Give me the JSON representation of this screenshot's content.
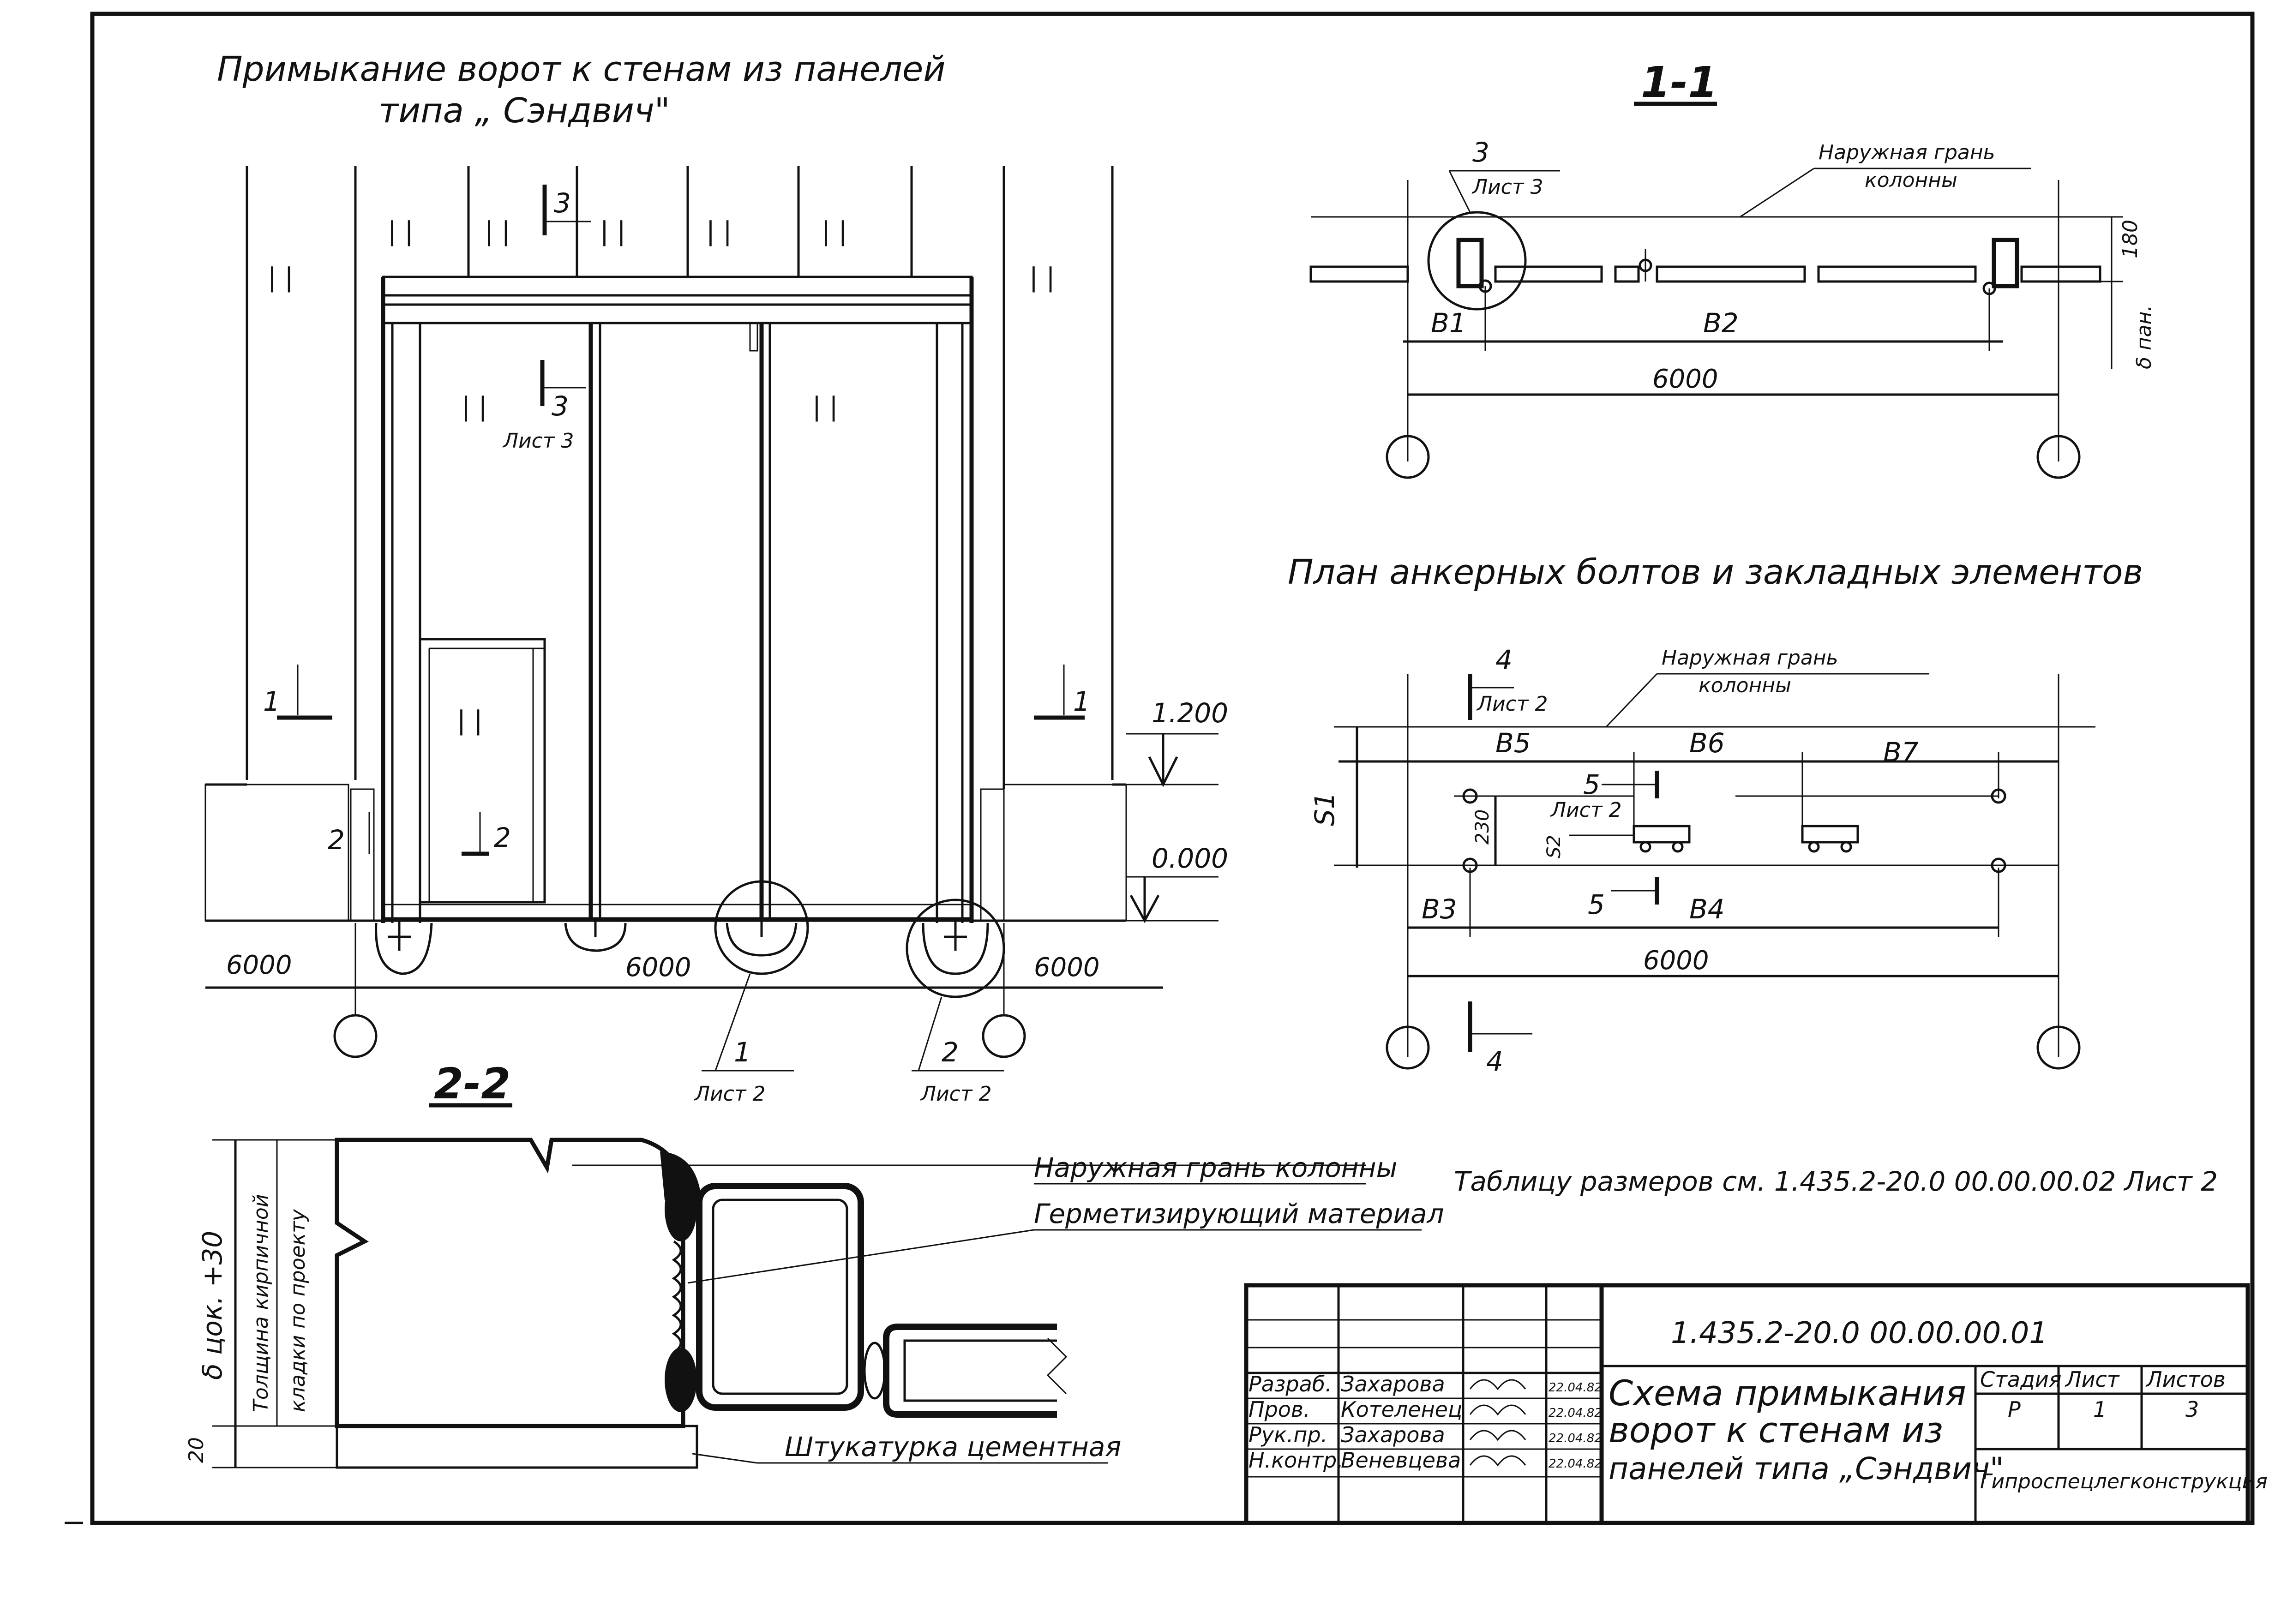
{
  "sheet_code": "1.435.2-20.0 00.00.00.01",
  "organization": "Гипроспецлегконструкция",
  "elevation": {
    "title_line1": "Примыкание ворот к стенам из панелей",
    "title_line2": "типа „ Сэндвич\"",
    "level_top": "1.200",
    "level_zero": "0.000",
    "span_left": "6000",
    "span_mid": "6000",
    "span_right": "6000",
    "panel_mark": "| |",
    "cut_1_left": "1",
    "cut_1_right": "1",
    "cut_2_left": "2",
    "cut_2_mid": "2",
    "cut_3_top": "3",
    "cut_3_mid": "3",
    "cut_3_sheet": "Лист 3",
    "callout_1": "1",
    "callout_1_sheet": "Лист 2",
    "callout_2": "2",
    "callout_2_sheet": "Лист 2"
  },
  "section_1_1": {
    "title": "1-1",
    "callout": "3",
    "callout_sheet": "Лист 3",
    "note_line1": "Наружная грань",
    "note_line2": "колонны",
    "dim_b1": "В1",
    "dim_b2": "В2",
    "dim_total": "6000",
    "dim_180": "180",
    "dim_delta": "δ пан."
  },
  "anchor_plan": {
    "title": "План анкерных болтов и закладных элементов",
    "cut_4_top": "4",
    "cut_4_sheet": "Лист 2",
    "cut_4_bottom": "4",
    "note_line1": "Наружная грань",
    "note_line2": "колонны",
    "dim_b5": "В5",
    "dim_b6": "В6",
    "dim_b7": "В7",
    "dim_s1": "S1",
    "dim_230": "230",
    "dim_s2": "S2",
    "cut_5_top": "5",
    "cut_5_sheet": "Лист 2",
    "cut_5_bottom": "5",
    "dim_b3": "В3",
    "dim_b4": "В4",
    "dim_total": "6000"
  },
  "section_2_2": {
    "title": "2-2",
    "note_outer_face": "Наружная грань колонны",
    "note_sealant": "Герметизирующий материал",
    "note_plaster": "Штукатурка цементная",
    "dim_thickness": "δ цок. +30",
    "dim_masonry_line1": "Толщина кирпичной",
    "dim_masonry_line2": "кладки по проекту",
    "dim_20": "20"
  },
  "dimension_table_note": "Таблицу размеров см. 1.435.2-20.0 00.00.00.02 Лист 2",
  "title_block": {
    "drawing_title_line1": "Схема примыкания",
    "drawing_title_line2": "ворот к стенам из",
    "drawing_title_line3": "панелей типа „Сэндвич\"",
    "col_stage": "Стадия",
    "col_sheet": "Лист",
    "col_sheets": "Листов",
    "stage": "Р",
    "sheet": "1",
    "sheets": "3",
    "roles": [
      {
        "role": "Разраб.",
        "name": "Захарова",
        "date": "22.04.82"
      },
      {
        "role": "Пров.",
        "name": "Котеленец",
        "date": "22.04.82"
      },
      {
        "role": "Рук.пр.",
        "name": "Захарова",
        "date": "22.04.82"
      },
      {
        "role": "Н.контр.",
        "name": "Веневцева",
        "date": "22.04.82"
      }
    ]
  }
}
